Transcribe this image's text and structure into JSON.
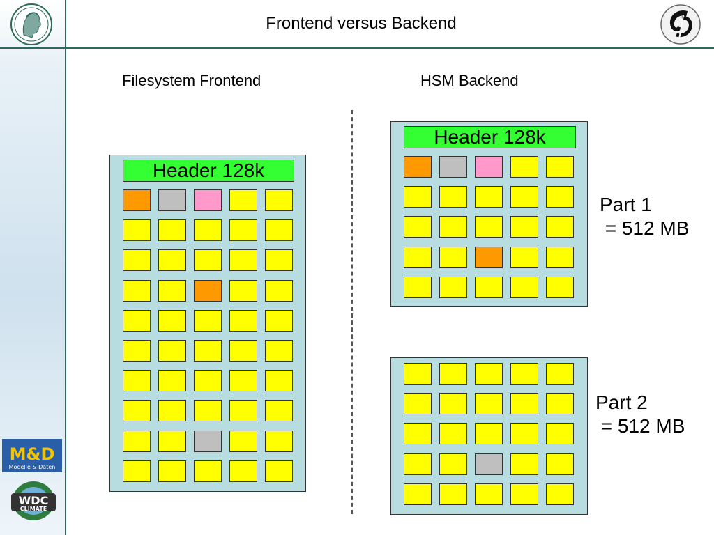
{
  "slide": {
    "title": "Frontend versus Backend",
    "logos": [
      "Max Planck Gesellschaft logo",
      "DKRZ logo",
      "M&D Modelle & Daten logo",
      "WDC Climate logo"
    ],
    "logo_text": {
      "md": "M&D",
      "md_sub": "Modelle & Daten",
      "wdc": "WDC",
      "wdc_sub": "CLIMATE"
    }
  },
  "frontend": {
    "heading": "Filesystem Frontend",
    "header_label": "Header 128k",
    "rows": [
      [
        "orange",
        "gray",
        "pink",
        "yellow",
        "yellow"
      ],
      [
        "yellow",
        "yellow",
        "yellow",
        "yellow",
        "yellow"
      ],
      [
        "yellow",
        "yellow",
        "yellow",
        "yellow",
        "yellow"
      ],
      [
        "yellow",
        "yellow",
        "orange",
        "yellow",
        "yellow"
      ],
      [
        "yellow",
        "yellow",
        "yellow",
        "yellow",
        "yellow"
      ],
      [
        "yellow",
        "yellow",
        "yellow",
        "yellow",
        "yellow"
      ],
      [
        "yellow",
        "yellow",
        "yellow",
        "yellow",
        "yellow"
      ],
      [
        "yellow",
        "yellow",
        "yellow",
        "yellow",
        "yellow"
      ],
      [
        "yellow",
        "yellow",
        "gray",
        "yellow",
        "yellow"
      ],
      [
        "yellow",
        "yellow",
        "yellow",
        "yellow",
        "yellow"
      ]
    ]
  },
  "backend": {
    "heading": "HSM Backend",
    "part1": {
      "header_label": "Header 128k",
      "label_line1": "Part 1",
      "label_line2": " = 512 MB",
      "rows": [
        [
          "orange",
          "gray",
          "pink",
          "yellow",
          "yellow"
        ],
        [
          "yellow",
          "yellow",
          "yellow",
          "yellow",
          "yellow"
        ],
        [
          "yellow",
          "yellow",
          "yellow",
          "yellow",
          "yellow"
        ],
        [
          "yellow",
          "yellow",
          "orange",
          "yellow",
          "yellow"
        ],
        [
          "yellow",
          "yellow",
          "yellow",
          "yellow",
          "yellow"
        ]
      ]
    },
    "part2": {
      "label_line1": "Part 2",
      "label_line2": " = 512 MB",
      "rows": [
        [
          "yellow",
          "yellow",
          "yellow",
          "yellow",
          "yellow"
        ],
        [
          "yellow",
          "yellow",
          "yellow",
          "yellow",
          "yellow"
        ],
        [
          "yellow",
          "yellow",
          "yellow",
          "yellow",
          "yellow"
        ],
        [
          "yellow",
          "yellow",
          "gray",
          "yellow",
          "yellow"
        ],
        [
          "yellow",
          "yellow",
          "yellow",
          "yellow",
          "yellow"
        ]
      ]
    }
  },
  "colors": {
    "block_yellow": "#ffff00",
    "block_orange": "#ff9900",
    "block_gray": "#bfbfbf",
    "block_pink": "#ff99cc",
    "panel": "#b7dde0",
    "header_green": "#33ff33",
    "rule_green": "#2d6a5a"
  }
}
